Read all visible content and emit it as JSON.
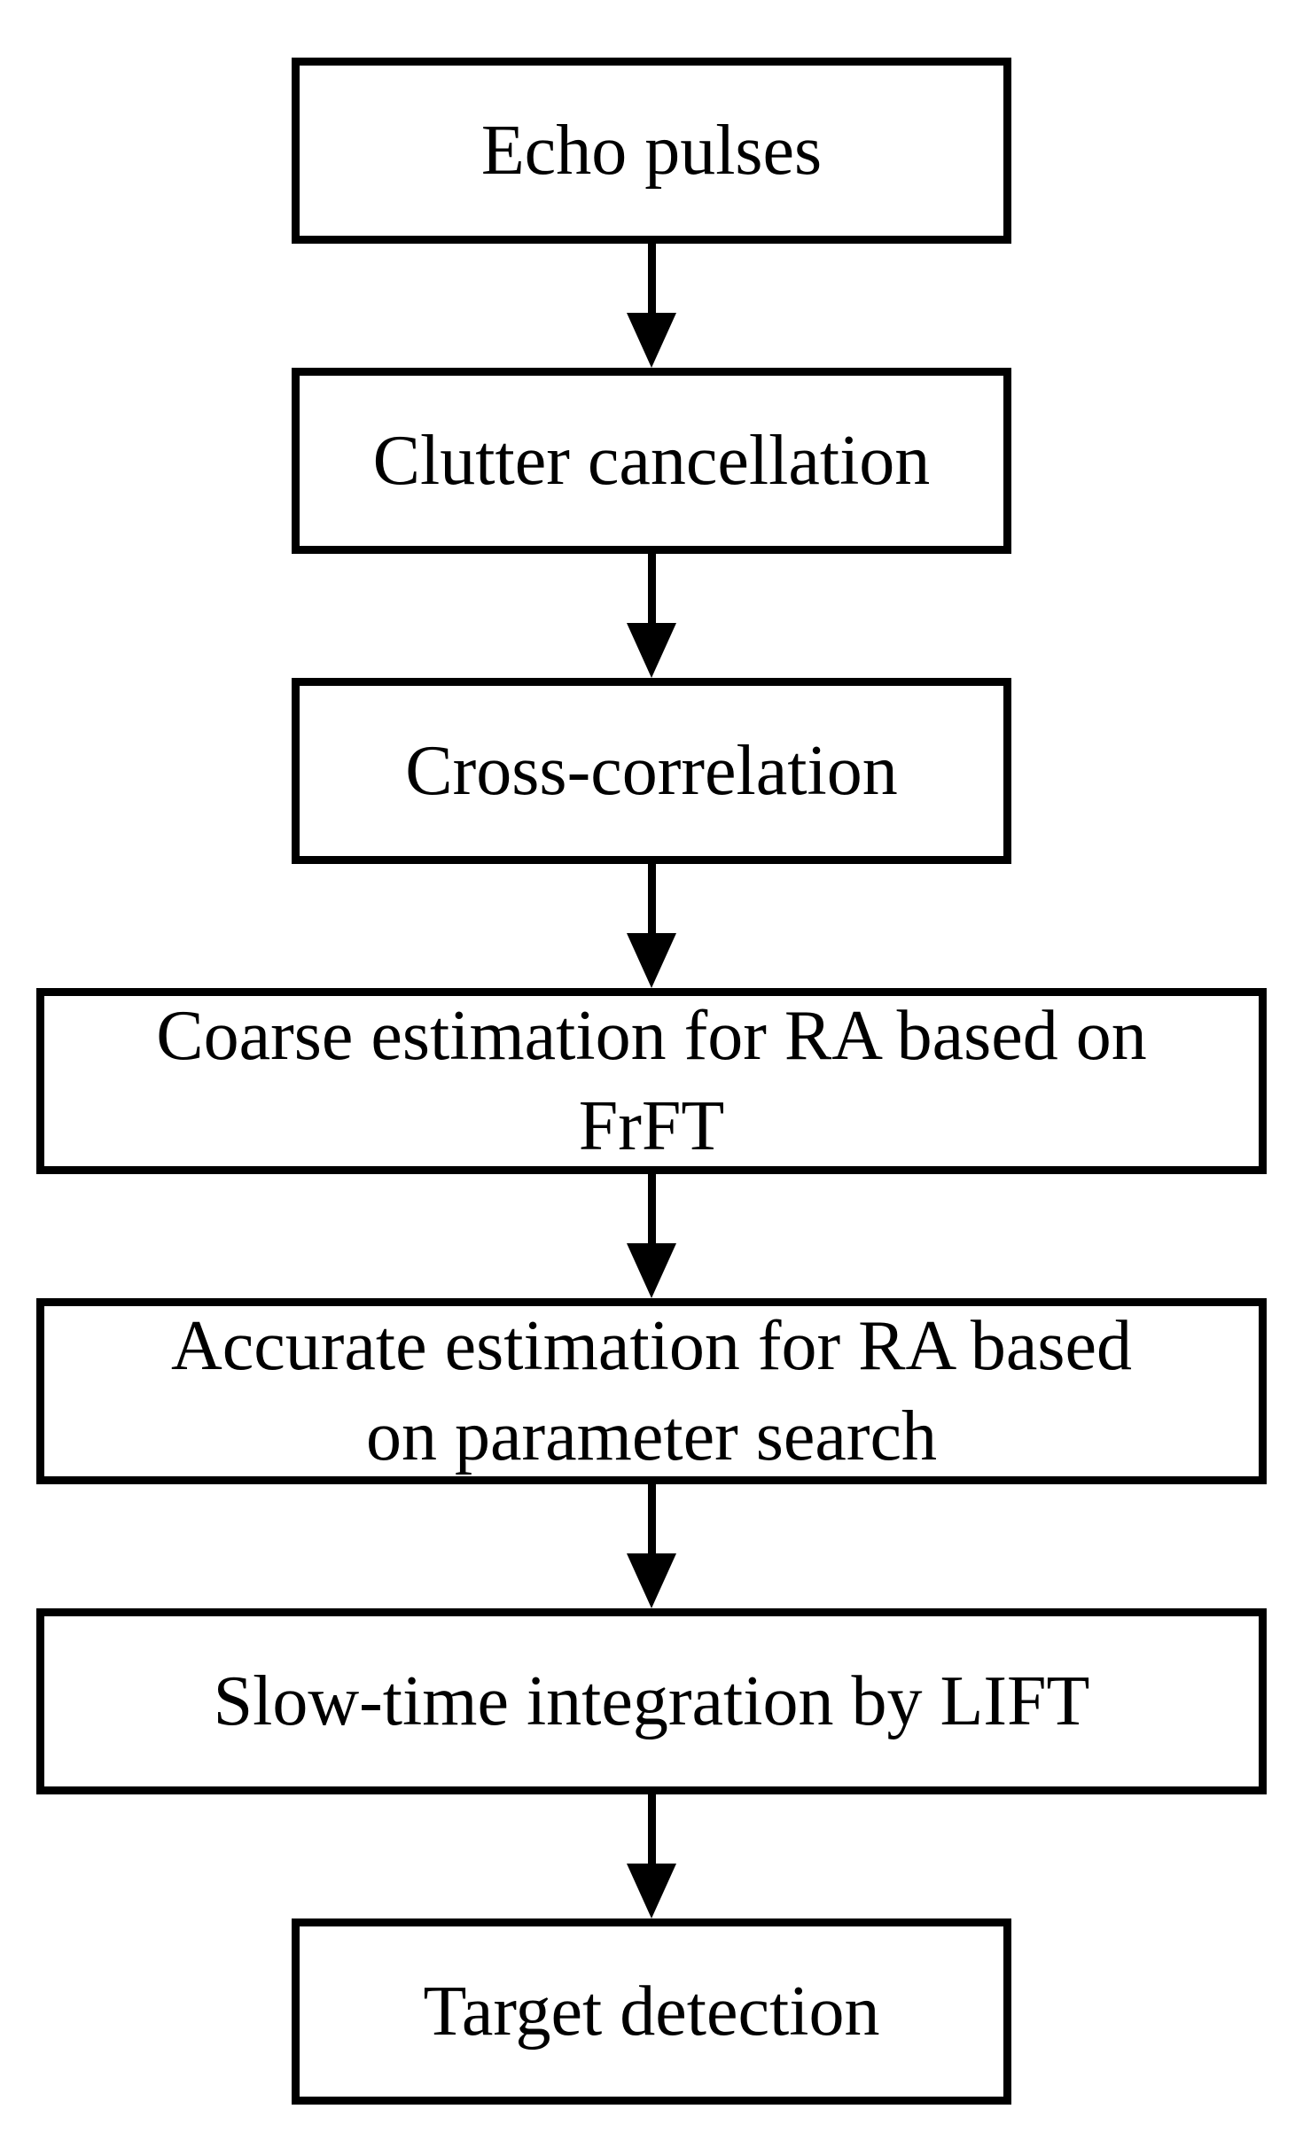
{
  "diagram": {
    "type": "flowchart",
    "background_color": "#ffffff",
    "node_border_color": "#000000",
    "node_fill_color": "#ffffff",
    "text_color": "#000000",
    "arrow_color": "#000000",
    "nodes": [
      {
        "id": "echo-pulses",
        "label": "Echo pulses"
      },
      {
        "id": "clutter-cancellation",
        "label": "Clutter cancellation"
      },
      {
        "id": "cross-correlation",
        "label": "Cross-correlation"
      },
      {
        "id": "coarse-estimation",
        "label": "Coarse estimation for RA based on\nFrFT"
      },
      {
        "id": "accurate-estimation",
        "label": "Accurate estimation for RA based\non parameter search"
      },
      {
        "id": "slow-time-integration",
        "label": "Slow-time integration by LIFT"
      },
      {
        "id": "target-detection",
        "label": "Target detection"
      }
    ],
    "edges": [
      {
        "from": "echo-pulses",
        "to": "clutter-cancellation"
      },
      {
        "from": "clutter-cancellation",
        "to": "cross-correlation"
      },
      {
        "from": "cross-correlation",
        "to": "coarse-estimation"
      },
      {
        "from": "coarse-estimation",
        "to": "accurate-estimation"
      },
      {
        "from": "accurate-estimation",
        "to": "slow-time-integration"
      },
      {
        "from": "slow-time-integration",
        "to": "target-detection"
      }
    ]
  }
}
